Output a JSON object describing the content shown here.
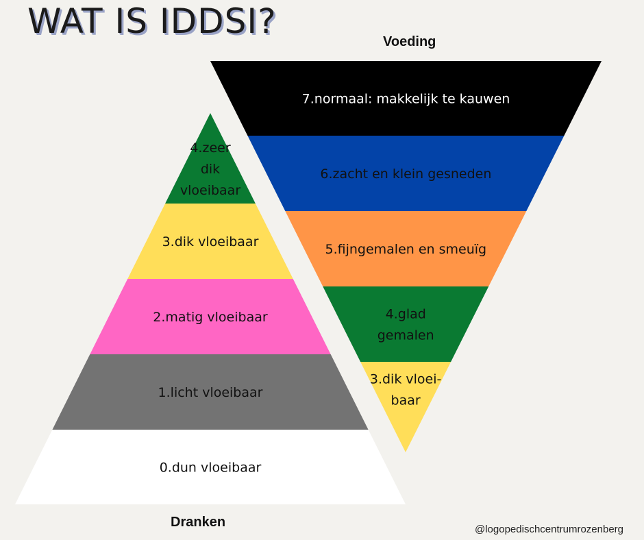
{
  "title": "WAT IS IDDSI?",
  "voeding": {
    "label": "Voeding",
    "levels": [
      {
        "lines": [
          "7.normaal: makkelijk te kauwen"
        ],
        "color": "#000000",
        "text_color": "#ffffff"
      },
      {
        "lines": [
          "6.zacht en klein gesneden"
        ],
        "color": "#0343a8",
        "text_color": "#111111"
      },
      {
        "lines": [
          "5.fijngemalen en smeuïg"
        ],
        "color": "#ff9547",
        "text_color": "#111111"
      },
      {
        "lines": [
          "4.glad",
          "gemalen"
        ],
        "color": "#0a7a32",
        "text_color": "#111111"
      },
      {
        "lines": [
          "3.dik vloei-",
          "baar"
        ],
        "color": "#ffde59",
        "text_color": "#111111"
      }
    ]
  },
  "dranken": {
    "label": "Dranken",
    "levels": [
      {
        "lines": [
          "4.zeer",
          "dik",
          "vloeibaar"
        ],
        "color": "#0a7a32",
        "text_color": "#111111"
      },
      {
        "lines": [
          "3.dik vloeibaar"
        ],
        "color": "#ffde59",
        "text_color": "#111111"
      },
      {
        "lines": [
          "2.matig vloeibaar"
        ],
        "color": "#ff66c4",
        "text_color": "#111111"
      },
      {
        "lines": [
          "1.licht vloeibaar"
        ],
        "color": "#737373",
        "text_color": "#111111"
      },
      {
        "lines": [
          "0.dun vloeibaar"
        ],
        "color": "#ffffff",
        "text_color": "#111111"
      }
    ]
  },
  "credit": "@logopedischcentrumrozenberg"
}
